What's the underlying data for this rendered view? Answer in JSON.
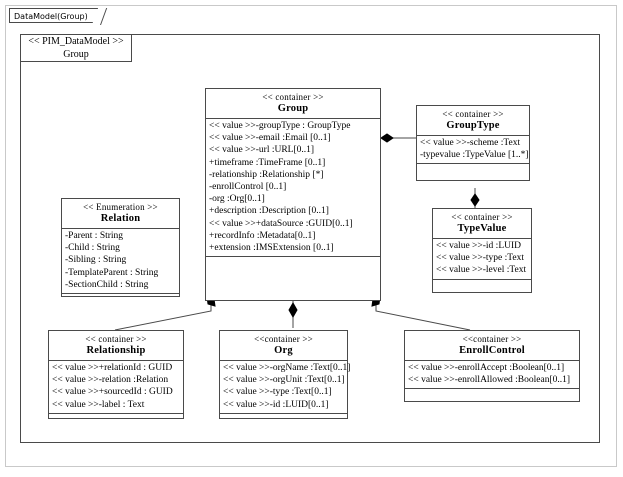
{
  "frame": {
    "tab_label": "DataModel(Group)"
  },
  "package": {
    "stereotype": "<< PIM_DataModel >>",
    "name": "Group"
  },
  "classes": {
    "group": {
      "stereotype": "<< container  >>",
      "name": "Group",
      "attributes": [
        "<< value  >>-groupType : GroupType",
        "<< value  >>-email :Email [0..1]",
        "<< value  >>-url :URL[0..1]",
        "+timeframe  :TimeFrame [0..1]",
        "-relationship  :Relationship  [*]",
        "-enrollControl  [0..1]",
        "-org :Org[0..1]",
        "+description :Description [0..1]",
        "<< value  >>+dataSource :GUID[0..1]",
        "+recordInfo :Metadata[0..1]",
        "+extension :IMSExtension [0..1]"
      ]
    },
    "group_type": {
      "stereotype": "<< container  >>",
      "name": "GroupType",
      "attributes": [
        "<< value  >>-scheme :Text",
        "-typevalue :TypeValue [1..*]"
      ]
    },
    "type_value": {
      "stereotype": "<< container  >>",
      "name": "TypeValue",
      "attributes": [
        "<< value  >>-id :LUID",
        "<< value  >>-type :Text",
        "<< value  >>-level :Text"
      ]
    },
    "relation": {
      "stereotype": "<<  Enumeration   >>",
      "name": "Relation",
      "attributes": [
        "-Parent : String",
        "-Child : String",
        "-Sibling  : String",
        "-TemplateParent  : String",
        "-SectionChild  : String"
      ]
    },
    "relationship": {
      "stereotype": "<< container  >>",
      "name": "Relationship",
      "attributes": [
        "<< value  >>+relationId : GUID",
        "<< value  >>-relation :Relation",
        "<< value  >>+sourcedId : GUID",
        "<< value  >>-label : Text"
      ]
    },
    "org": {
      "stereotype": "<<container >>",
      "name": "Org",
      "attributes": [
        "<< value  >>-orgName :Text[0..1]",
        "<< value  >>-orgUnit :Text[0..1]",
        "<< value  >>-type :Text[0..1]",
        "<< value  >>-id :LUID[0..1]"
      ]
    },
    "enroll_control": {
      "stereotype": "<<container >>",
      "name": "EnrollControl",
      "attributes": [
        "<< value  >>-enrollAccept :Boolean[0..1]",
        "<< value  >>-enrollAllowed :Boolean[0..1]"
      ]
    }
  },
  "colors": {
    "line": "#4a4a4a",
    "diamond": "#000000",
    "background": "#ffffff",
    "frame_border": "#c9c9c9"
  }
}
